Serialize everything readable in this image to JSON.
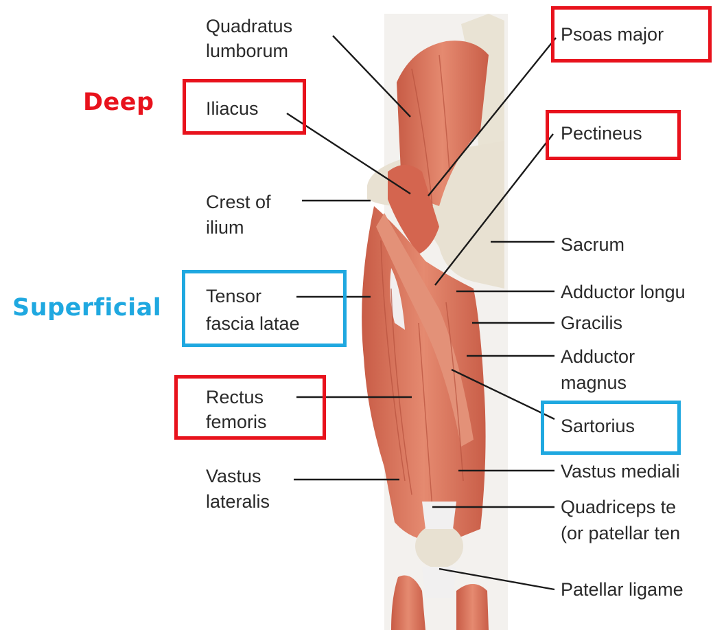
{
  "colors": {
    "deep": "#e8121c",
    "superficial": "#1fa8e0",
    "muscle": "#d9705a",
    "muscle_dark": "#b8523e",
    "bone": "#e8e1d2",
    "tendon": "#f1f0f0",
    "leader": "#1a1a1a"
  },
  "categories": {
    "deep": "Deep",
    "superficial": "Superficial"
  },
  "labels_left": {
    "quadratus_1": "Quadratus",
    "quadratus_2": "lumborum",
    "iliacus": "Iliacus",
    "crest_1": "Crest of",
    "crest_2": "ilium",
    "tensor_1": "Tensor",
    "tensor_2": "fascia latae",
    "rectus_1": "Rectus",
    "rectus_2": "femoris",
    "vastus_lat_1": "Vastus",
    "vastus_lat_2": "lateralis"
  },
  "labels_right": {
    "psoas": "Psoas major",
    "pectineus": "Pectineus",
    "sacrum": "Sacrum",
    "adductor_longus": "Adductor longu",
    "gracilis": "Gracilis",
    "adductor_magnus_1": "Adductor",
    "adductor_magnus_2": "magnus",
    "sartorius": "Sartorius",
    "vastus_medialis": "Vastus mediali",
    "quad_tendon_1": "Quadriceps te",
    "quad_tendon_2": "(or patellar ten",
    "patellar_ligament": "Patellar ligame"
  }
}
